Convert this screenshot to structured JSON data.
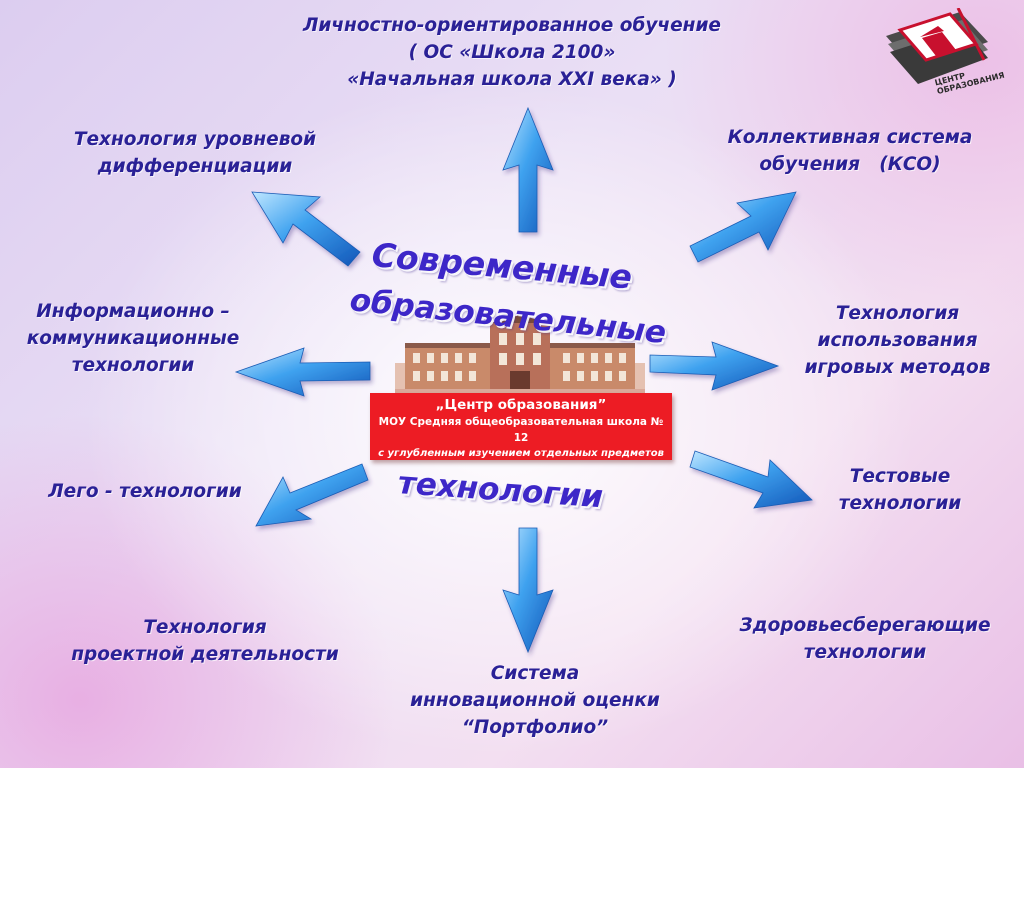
{
  "center": {
    "title_line1": "Современные",
    "title_line2": "образовательные",
    "title_line3": "технологии",
    "school": {
      "line1": "„Центр образования”",
      "line2": "МОУ Средняя общеобразовательная школа № 12",
      "line3": "с углубленным изучением отдельных предметов"
    }
  },
  "logo": {
    "line1": "ЦЕНТР",
    "line2": "ОБРАЗОВАНИЯ"
  },
  "nodes": {
    "top": [
      "Личностно-ориентированное обучение",
      "( ОС «Школа 2100»",
      "«Начальная школа XXI века» )"
    ],
    "top_left": [
      "Технология уровневой",
      "дифференциации"
    ],
    "top_right": [
      "Коллективная система",
      "обучения   (КСО)"
    ],
    "left": [
      "Информационно –",
      "коммуникационные",
      "технологии"
    ],
    "right": [
      "Технология",
      "использования",
      "игровых методов"
    ],
    "lower_left": [
      "Лего - технологии"
    ],
    "lower_right": [
      "Тестовые",
      "технологии"
    ],
    "bottom_left": [
      "Технология",
      "проектной деятельности"
    ],
    "bottom": [
      "Система",
      "инновационной оценки",
      "“Портфолио”"
    ],
    "bottom_right": [
      "Здоровьесберегающие",
      "технологии"
    ]
  },
  "colors": {
    "text": "#2a2196",
    "title": "#3d27c8",
    "arrow": "#3fa2ef",
    "box": "#ed1c24"
  }
}
